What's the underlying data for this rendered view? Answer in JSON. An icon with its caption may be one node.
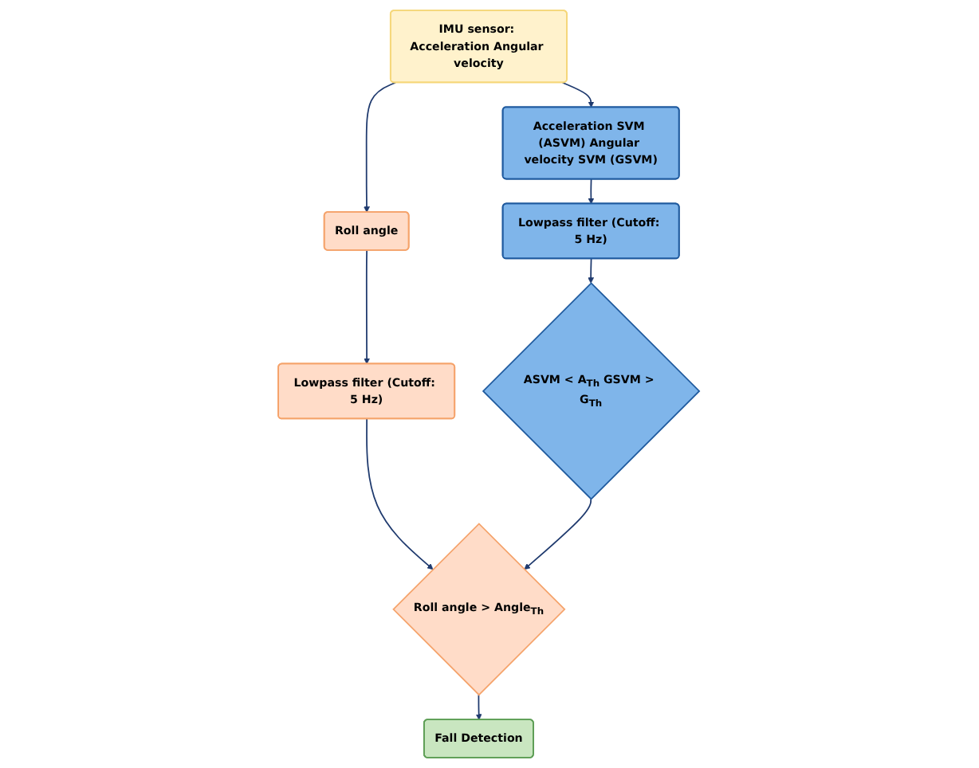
{
  "diagram": {
    "nodes": [
      {
        "text": [
          "IMU sensor: Acceleration Angular velocity"
        ]
      },
      {
        "text": [
          "Acceleration SVM (ASVM) Angular velocity SVM (GSVM)"
        ]
      },
      {
        "text": [
          "Roll angle"
        ]
      },
      {
        "text": [
          "Lowpass filter (Cutoff: 5 Hz)"
        ]
      },
      {
        "text": [
          "Lowpass filter (Cutoff: 5 Hz)"
        ]
      },
      {
        "text": [
          "ASVM < A$_{Th}$ GSVM > G$_{Th}$"
        ]
      },
      {
        "text": [
          "Roll angle > Angle$_{Th}$"
        ]
      },
      {
        "text": [
          "Fall Detection"
        ]
      }
    ],
    "edges": [
      {
        "from": 0,
        "to": 1,
        "arrow": "to"
      },
      {
        "from": 0,
        "to": 2,
        "arrow": "to"
      },
      {
        "from": 1,
        "to": 3,
        "arrow": "to"
      },
      {
        "from": 2,
        "to": 4,
        "arrow": "to"
      },
      {
        "from": 3,
        "to": 5,
        "arrow": "to"
      },
      {
        "from": 4,
        "to": 6,
        "arrow": "to"
      },
      {
        "from": 5,
        "to": 6,
        "arrow": "to"
      },
      {
        "from": 6,
        "to": 7,
        "arrow": "to"
      }
    ]
  }
}
